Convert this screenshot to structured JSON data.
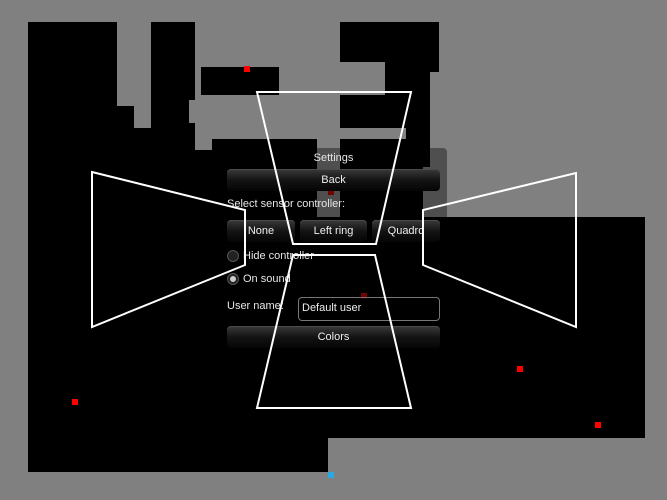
{
  "colors": {
    "background": "#808080",
    "walls": "#000000",
    "markers": "#ff0000",
    "player": "#29a9e0",
    "frame_lines": "#ffffff"
  },
  "settings": {
    "title": "Settings",
    "back_label": "Back",
    "sensor_label": "Select sensor controller:",
    "sensor_options": [
      {
        "label": "None"
      },
      {
        "label": "Left ring"
      },
      {
        "label": "Quadro"
      }
    ],
    "hide_controller_label": "Hide controller",
    "hide_controller_checked": false,
    "on_sound_label": "On sound",
    "on_sound_checked": true,
    "user_name_label": "User name:",
    "user_name_value": "Default user",
    "colors_label": "Colors"
  }
}
